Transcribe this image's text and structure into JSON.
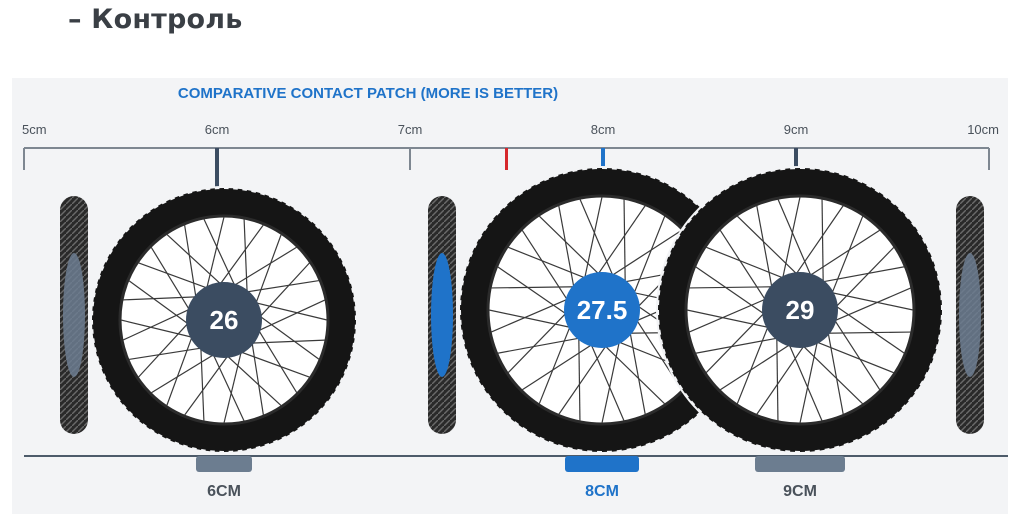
{
  "page": {
    "heading": "– Контроль"
  },
  "figure": {
    "title": "COMPARATIVE CONTACT PATCH (MORE IS BETTER)",
    "colors": {
      "accent": "#1f73c9",
      "dark": "#3b4c61",
      "marker_red": "#d6272c",
      "patch_grey": "#6c7d90",
      "tire": "#151515",
      "background": "#f3f4f6"
    },
    "ruler": {
      "unit": "cm",
      "ticks": [
        "5cm",
        "6cm",
        "7cm",
        "8cm",
        "9cm",
        "10cm"
      ],
      "min": 5,
      "max": 10
    },
    "wheels": [
      {
        "label": "26",
        "contact_patch_cm": 6,
        "patch_label": "6CM",
        "highlight": false
      },
      {
        "label": "27.5",
        "contact_patch_cm": 8,
        "patch_label": "8CM",
        "highlight": true
      },
      {
        "label": "29",
        "contact_patch_cm": 9,
        "patch_label": "9CM",
        "highlight": false
      }
    ],
    "red_marker_cm": 7.5
  }
}
